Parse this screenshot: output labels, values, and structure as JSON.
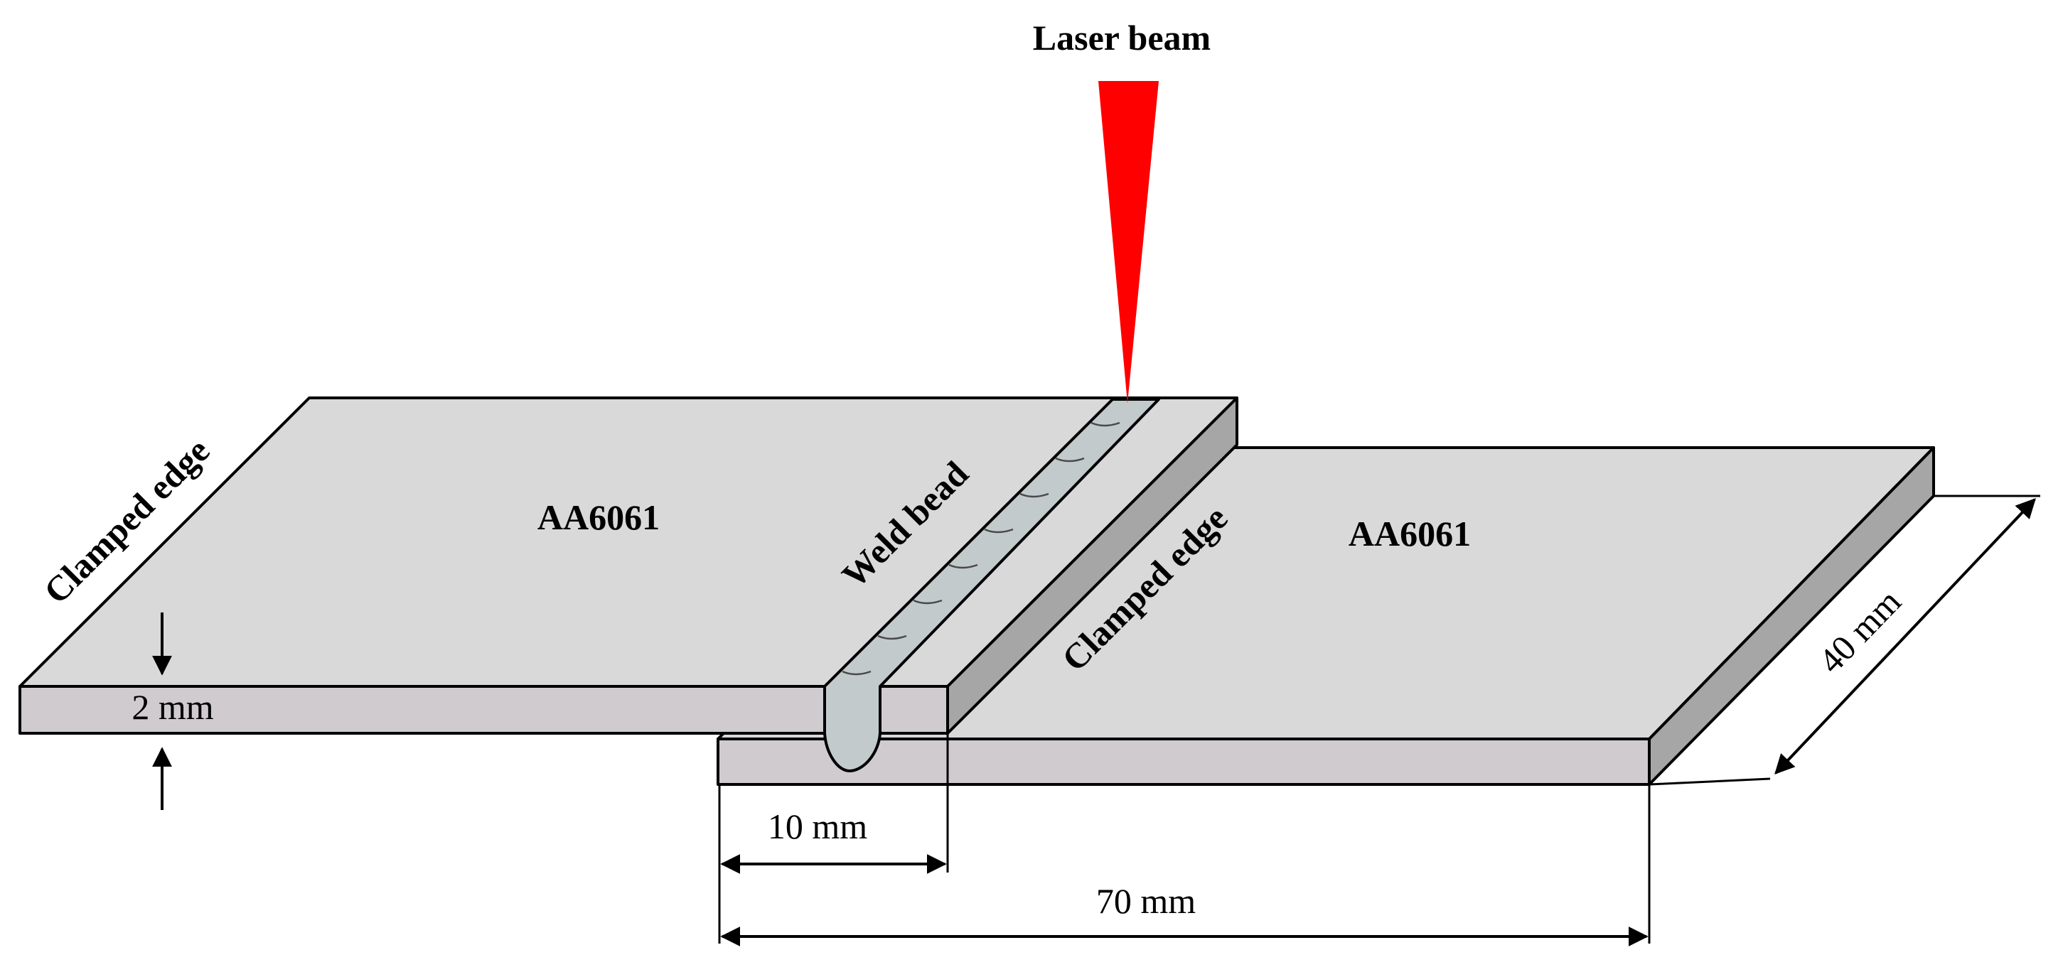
{
  "labels": {
    "laser_beam": "Laser beam",
    "plate_left": "AA6061",
    "plate_right": "AA6061",
    "weld_bead": "Weld bead",
    "clamped_edge_left": "Clamped edge",
    "clamped_edge_right": "Clamped edge"
  },
  "dimensions": {
    "thickness": "2 mm",
    "overlap": "10 mm",
    "length": "70 mm",
    "width": "40 mm"
  },
  "colors": {
    "laser": "#ff0000",
    "plate_top": "#d9d9d9",
    "plate_front": "#cfcbcf",
    "plate_side": "#a6a6a6",
    "weld_bead": "#c3cacc"
  }
}
